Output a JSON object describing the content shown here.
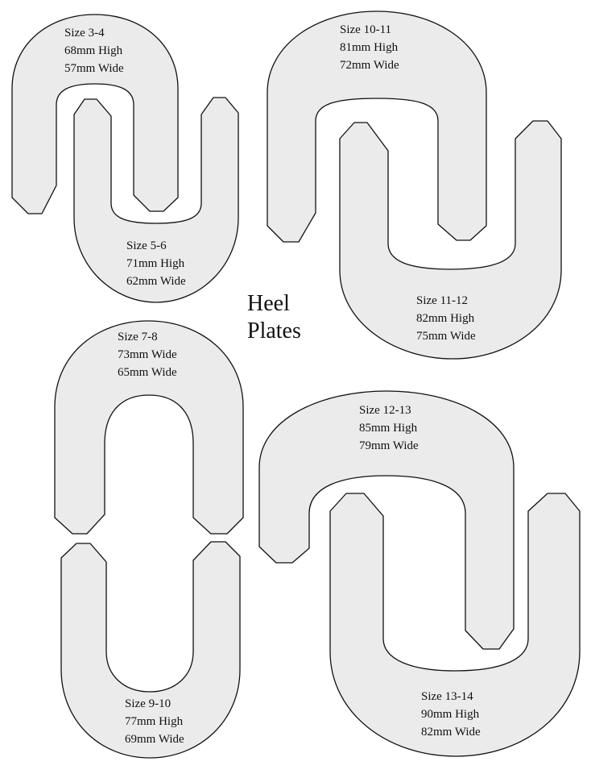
{
  "title": {
    "line1": "Heel",
    "line2": "Plates"
  },
  "plates": [
    {
      "id": "3-4",
      "size": "Size 3-4",
      "line2": "68mm High",
      "line3": "57mm Wide"
    },
    {
      "id": "5-6",
      "size": "Size 5-6",
      "line2": "71mm High",
      "line3": "62mm Wide"
    },
    {
      "id": "7-8",
      "size": "Size 7-8",
      "line2": "73mm Wide",
      "line3": "65mm Wide"
    },
    {
      "id": "9-10",
      "size": "Size 9-10",
      "line2": "77mm High",
      "line3": "69mm Wide"
    },
    {
      "id": "10-11",
      "size": "Size 10-11",
      "line2": "81mm High",
      "line3": "72mm Wide"
    },
    {
      "id": "11-12",
      "size": "Size 11-12",
      "line2": "82mm High",
      "line3": "75mm Wide"
    },
    {
      "id": "12-13",
      "size": "Size 12-13",
      "line2": "85mm High",
      "line3": "79mm Wide"
    },
    {
      "id": "13-14",
      "size": "Size 13-14",
      "line2": "90mm High",
      "line3": "82mm Wide"
    }
  ],
  "colors": {
    "plate_fill": "#ebebeb",
    "outline": "#111111",
    "background": "#ffffff"
  }
}
